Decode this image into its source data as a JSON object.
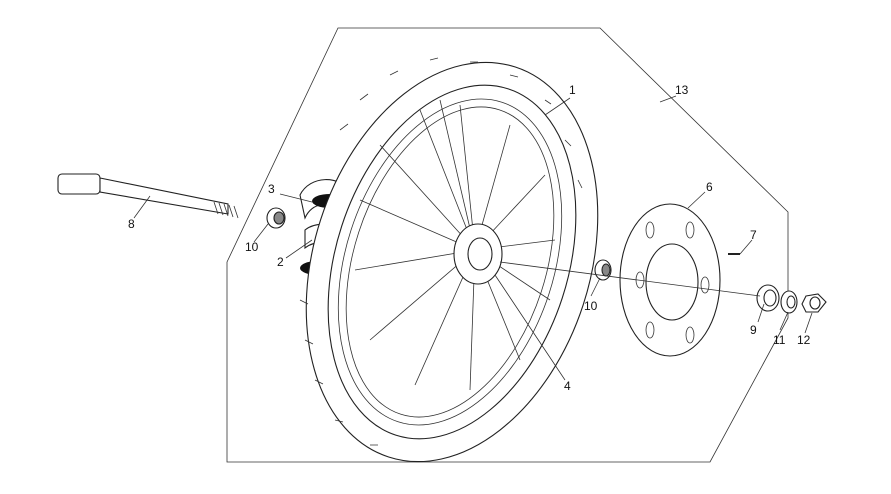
{
  "diagram": {
    "callouts": [
      {
        "id": "c1",
        "text": "1"
      },
      {
        "id": "c2",
        "text": "2"
      },
      {
        "id": "c3",
        "text": "3"
      },
      {
        "id": "c4",
        "text": "4"
      },
      {
        "id": "c6",
        "text": "6"
      },
      {
        "id": "c7",
        "text": "7"
      },
      {
        "id": "c8",
        "text": "8"
      },
      {
        "id": "c9",
        "text": "9"
      },
      {
        "id": "c10a",
        "text": "10"
      },
      {
        "id": "c10b",
        "text": "10"
      },
      {
        "id": "c11",
        "text": "11"
      },
      {
        "id": "c12",
        "text": "12"
      },
      {
        "id": "c13",
        "text": "13"
      }
    ]
  }
}
